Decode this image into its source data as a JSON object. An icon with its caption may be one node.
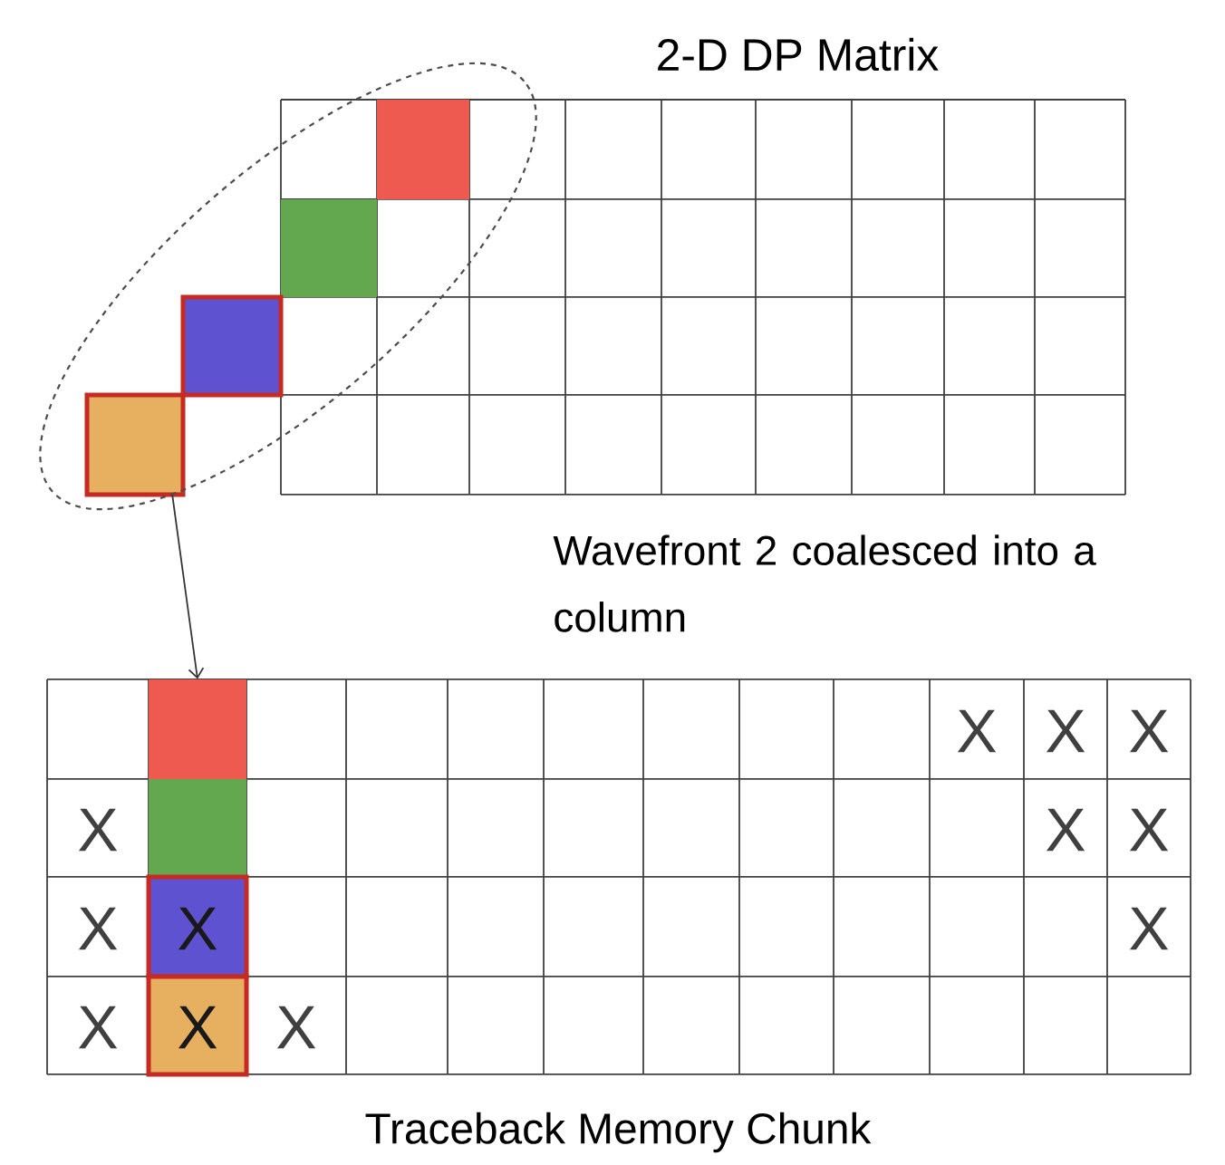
{
  "diagram": {
    "title": "2-D DP Matrix",
    "caption": "Traceback Memory Chunk",
    "nodes": [
      {
        "text": [],
        "shape": "ellipse"
      },
      {
        "text": [],
        "shape": "box"
      }
    ],
    "edges": [
      {
        "from": 0,
        "to": 1,
        "arrow": "to"
      }
    ],
    "labels": [
      "Wavefront 2 coalesced into a column",
      "X",
      "X",
      "X",
      "X",
      "X",
      "X",
      "X",
      "X",
      "X",
      "X",
      "X",
      "X"
    ]
  }
}
